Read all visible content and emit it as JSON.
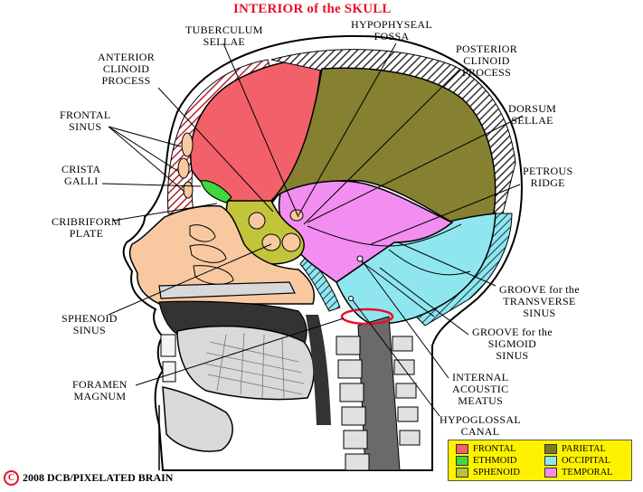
{
  "title": "INTERIOR of the SKULL",
  "labels": {
    "tuberculum_sellae": [
      "TUBERCULUM",
      "SELLAE"
    ],
    "hypophyseal_fossa": [
      "HYPOPHYSEAL",
      "FOSSA"
    ],
    "anterior_clinoid": [
      "ANTERIOR",
      "CLINOID",
      "PROCESS"
    ],
    "posterior_clinoid": [
      "POSTERIOR",
      "CLINOID",
      "PROCESS"
    ],
    "dorsum_sellae": [
      "DORSUM",
      "SELLAE"
    ],
    "frontal_sinus": [
      "FRONTAL",
      "SINUS"
    ],
    "crista_galli": [
      "CRISTA",
      "GALLI"
    ],
    "petrous_ridge": [
      "PETROUS",
      "RIDGE"
    ],
    "cribriform_plate": [
      "CRIBRIFORM",
      "PLATE"
    ],
    "groove_transverse": [
      "GROOVE for the",
      "TRANSVERSE",
      "SINUS"
    ],
    "sphenoid_sinus": [
      "SPHENOID",
      "SINUS"
    ],
    "groove_sigmoid": [
      "GROOVE for the",
      "SIGMOID",
      "SINUS"
    ],
    "foramen_magnum": [
      "FORAMEN",
      "MAGNUM"
    ],
    "internal_acoustic": [
      "INTERNAL",
      "ACOUSTIC",
      "MEATUS"
    ],
    "hypoglossal_canal": [
      "HYPOGLOSSAL",
      "CANAL"
    ]
  },
  "legend": [
    {
      "label": "FRONTAL",
      "color": "#f2606a"
    },
    {
      "label": "PARIETAL",
      "color": "#7b7a22"
    },
    {
      "label": "ETHMOID",
      "color": "#3fd83f"
    },
    {
      "label": "OCCIPITAL",
      "color": "#8fe6ee"
    },
    {
      "label": "SPHENOID",
      "color": "#b8c23a"
    },
    {
      "label": "TEMPORAL",
      "color": "#f28ef2"
    }
  ],
  "copyright": {
    "symbol": "C",
    "text": "2008  DCB/PIXELATED BRAIN"
  },
  "colors": {
    "frontal": "#f2606a",
    "parietal": "#858130",
    "ethmoid": "#3fd83f",
    "sphenoid": "#c2c43a",
    "occipital": "#8fe6ee",
    "temporal": "#f28ef2",
    "skin": "#f8c9a0",
    "bone": "#d9d9d9",
    "title": "#e8102a",
    "legend_bg": "#fff200"
  }
}
